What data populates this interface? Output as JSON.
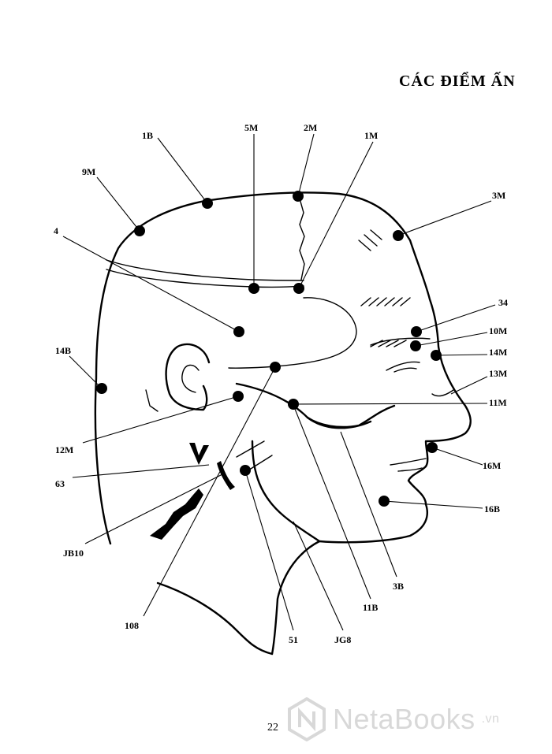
{
  "page": {
    "title": "CÁC ĐIỂM ẤN",
    "page_number": "22"
  },
  "watermark": {
    "brand": "NetaBooks",
    "suffix": ".vn"
  },
  "points": [
    {
      "id": "1B",
      "label": "1B"
    },
    {
      "id": "5M",
      "label": "5M"
    },
    {
      "id": "2M",
      "label": "2M"
    },
    {
      "id": "1M",
      "label": "1M"
    },
    {
      "id": "9M",
      "label": "9M"
    },
    {
      "id": "3M",
      "label": "3M"
    },
    {
      "id": "4",
      "label": "4"
    },
    {
      "id": "34",
      "label": "34"
    },
    {
      "id": "10M",
      "label": "10M"
    },
    {
      "id": "14M",
      "label": "14M"
    },
    {
      "id": "14B",
      "label": "14B"
    },
    {
      "id": "13M",
      "label": "13M"
    },
    {
      "id": "11M",
      "label": "11M"
    },
    {
      "id": "12M",
      "label": "12M"
    },
    {
      "id": "16M",
      "label": "16M"
    },
    {
      "id": "63",
      "label": "63"
    },
    {
      "id": "16B",
      "label": "16B"
    },
    {
      "id": "JB10",
      "label": "JB10"
    },
    {
      "id": "3B",
      "label": "3B"
    },
    {
      "id": "11B",
      "label": "11B"
    },
    {
      "id": "108",
      "label": "108"
    },
    {
      "id": "51",
      "label": "51"
    },
    {
      "id": "JG8",
      "label": "JG8"
    }
  ]
}
